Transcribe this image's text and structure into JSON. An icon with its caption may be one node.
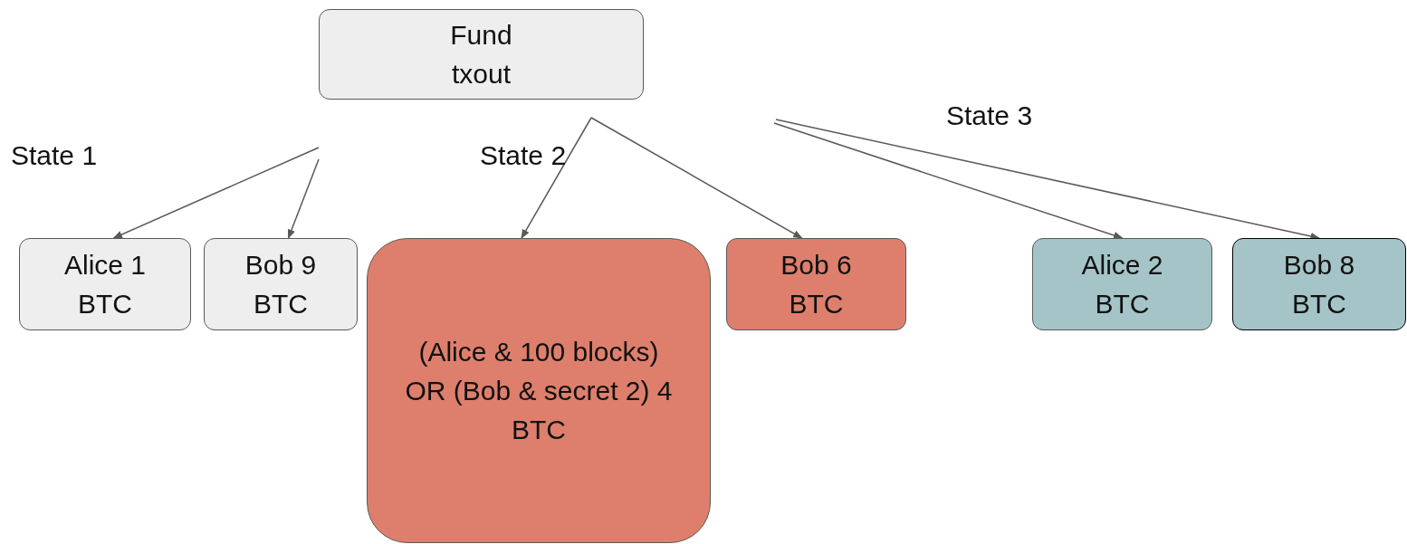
{
  "diagram": {
    "nodes": [
      {
        "text": [
          "Fund txout"
        ]
      },
      {
        "text": [
          "Alice 1 BTC"
        ]
      },
      {
        "text": [
          "Bob 9 BTC"
        ]
      },
      {
        "text": [
          "(Alice & 100 blocks) OR (Bob & secret 2) 4 BTC"
        ]
      },
      {
        "text": [
          "Bob 6 BTC"
        ]
      },
      {
        "text": [
          "Alice 2 BTC"
        ]
      },
      {
        "text": [
          "Bob 8 BTC"
        ]
      }
    ],
    "edges": [
      {
        "from": null,
        "to": 1,
        "arrow": "to"
      },
      {
        "from": null,
        "to": 2,
        "arrow": "to"
      },
      {
        "from": null,
        "to": 3,
        "arrow": "to"
      },
      {
        "from": null,
        "to": 4,
        "arrow": "to"
      },
      {
        "from": null,
        "to": 5,
        "arrow": "to"
      },
      {
        "from": null,
        "to": 6,
        "arrow": "to"
      }
    ],
    "labels": [
      "State 3",
      "State 1",
      "State 2"
    ]
  }
}
